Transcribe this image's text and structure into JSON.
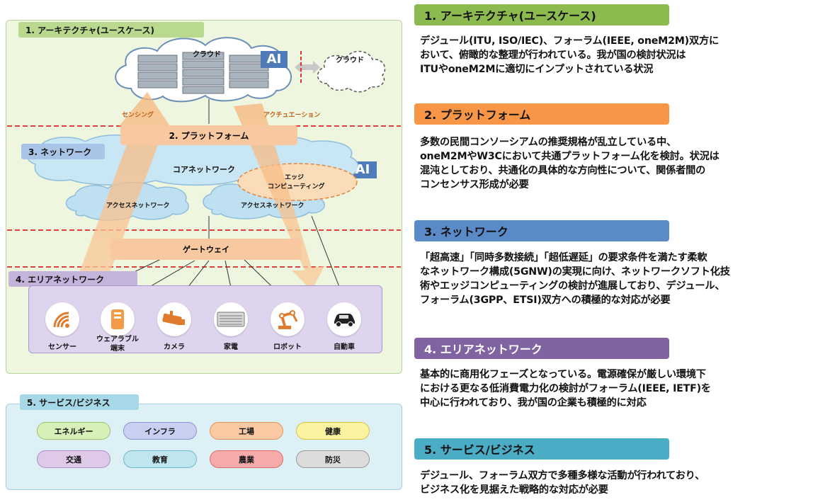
{
  "diagram": {
    "architecture_label": "1. アーキテクチャ(ユースケース)",
    "cloud_main": "クラウド",
    "cloud_other": "クラウド",
    "ai": "AI",
    "sensing": "センシング",
    "actuation": "アクチュエーション",
    "platform": "2. プラットフォーム",
    "network_label": "3. ネットワーク",
    "core_network": "コアネットワーク",
    "edge_line1": "エッジ",
    "edge_line2": "コンピューティング",
    "access_network_1": "アクセスネットワーク",
    "access_network_2": "アクセスネットワーク",
    "gateway": "ゲートウェイ",
    "area_network_label": "4. エリアネットワーク",
    "devices": [
      {
        "label": "センサー",
        "icon": "wifi-sensor-icon"
      },
      {
        "label": "ウェアラブル\n端末",
        "icon": "wearable-icon"
      },
      {
        "label": "カメラ",
        "icon": "camera-icon"
      },
      {
        "label": "家電",
        "icon": "air-conditioner-icon"
      },
      {
        "label": "ロボット",
        "icon": "robot-arm-icon"
      },
      {
        "label": "自動車",
        "icon": "car-icon"
      }
    ],
    "service_label": "5. サービス/ビジネス",
    "services": [
      {
        "label": "エネルギー",
        "color": "#d6f0b8"
      },
      {
        "label": "インフラ",
        "color": "#c8cff0"
      },
      {
        "label": "工場",
        "color": "#fbc9a4"
      },
      {
        "label": "健康",
        "color": "#fbf3a0"
      },
      {
        "label": "交通",
        "color": "#dfc9e8"
      },
      {
        "label": "教育",
        "color": "#bfe6ef"
      },
      {
        "label": "農業",
        "color": "#f6aaaa"
      },
      {
        "label": "防災",
        "color": "#dcdcdc"
      }
    ]
  },
  "sections": [
    {
      "title": "1. アーキテクチャ(ユースケース)",
      "color": "#8dba4f",
      "lines": [
        "デジュール(ITU, ISO/IEC)、フォーラム(IEEE, oneM2M)双方に",
        "おいて、俯瞰的な整理が行われている。我が国の検討状況は",
        "ITUやoneM2Mに適切にインプットされている状況"
      ]
    },
    {
      "title": "2. プラットフォーム",
      "color": "#f79646",
      "lines": [
        "多数の民間コンソーシアムの推奨規格が乱立している中、",
        "oneM2MやW3Cにおいて共通プラットフォーム化を検討。状況は",
        "混沌としており、共通化の具体的な方向性について、関係者間の",
        "コンセンサス形成が必要"
      ]
    },
    {
      "title": "3. ネットワーク",
      "color": "#5b8ac9",
      "lines": [
        "「超高速」「同時多数接続」「超低遅延」の要求条件を満たす柔軟",
        "なネットワーク構成(5GNW)の実現に向け、ネットワークソフト化技",
        "術やエッジコンピューティングの検討が進展しており、デジュール、",
        "フォーラム(3GPP、ETSI)双方への積極的な対応が必要"
      ]
    },
    {
      "title": "4. エリアネットワーク",
      "color": "#8064a2",
      "lines": [
        "基本的に商用化フェーズとなっている。電源確保が厳しい環境下",
        "における更なる低消費電力化の検討がフォーラム(IEEE, IETF)を",
        "中心に行われており、我が国の企業も積極的に対応"
      ]
    },
    {
      "title": "5. サービス/ビジネス",
      "color": "#4bacc6",
      "lines": [
        "デジュール、フォーラム双方で多種多様な活動が行われており、",
        "ビジネス化を見据えた戦略的な対応が必要"
      ]
    }
  ]
}
